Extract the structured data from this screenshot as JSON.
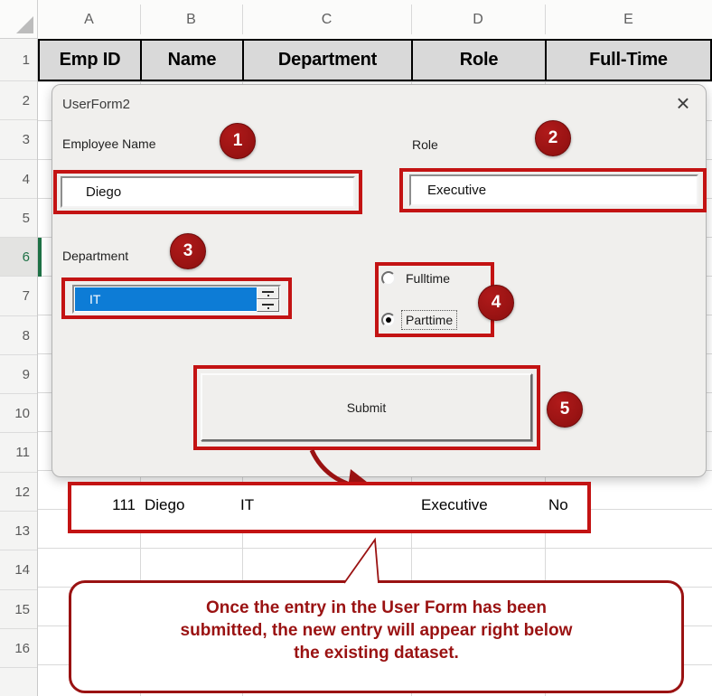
{
  "colors": {
    "annotation_red": "#c31313",
    "dark_red": "#9a1212",
    "combo_selection_blue": "#0d7cd6",
    "active_row_green": "#1e7145",
    "header_fill": "#d9d9d9"
  },
  "spreadsheet": {
    "column_letters": [
      "A",
      "B",
      "C",
      "D",
      "E"
    ],
    "row_numbers": [
      "1",
      "2",
      "3",
      "4",
      "5",
      "6",
      "7",
      "8",
      "9",
      "10",
      "11",
      "12",
      "13",
      "14",
      "15",
      "16"
    ],
    "active_row_number": "6",
    "header_cells": [
      "Emp ID",
      "Name",
      "Department",
      "Role",
      "Full-Time"
    ],
    "new_entry": {
      "emp_id": "111",
      "name": "Diego",
      "department": "IT",
      "role": "Executive",
      "full_time": "No"
    }
  },
  "userform": {
    "title": "UserForm2",
    "employee_name_label": "Employee Name",
    "employee_name_value": "Diego",
    "role_label": "Role",
    "role_value": "Executive",
    "department_label": "Department",
    "department_value": "IT",
    "employment_options": [
      {
        "label": "Fulltime",
        "selected": false
      },
      {
        "label": "Parttime",
        "selected": true
      }
    ],
    "submit_label": "Submit"
  },
  "annotations": {
    "step_badges": [
      "1",
      "2",
      "3",
      "4",
      "5"
    ],
    "callout_lines": [
      "Once the entry in the User Form has been",
      "submitted, the new entry will appear right below",
      "the existing dataset."
    ]
  },
  "icons": {
    "close": "×"
  }
}
